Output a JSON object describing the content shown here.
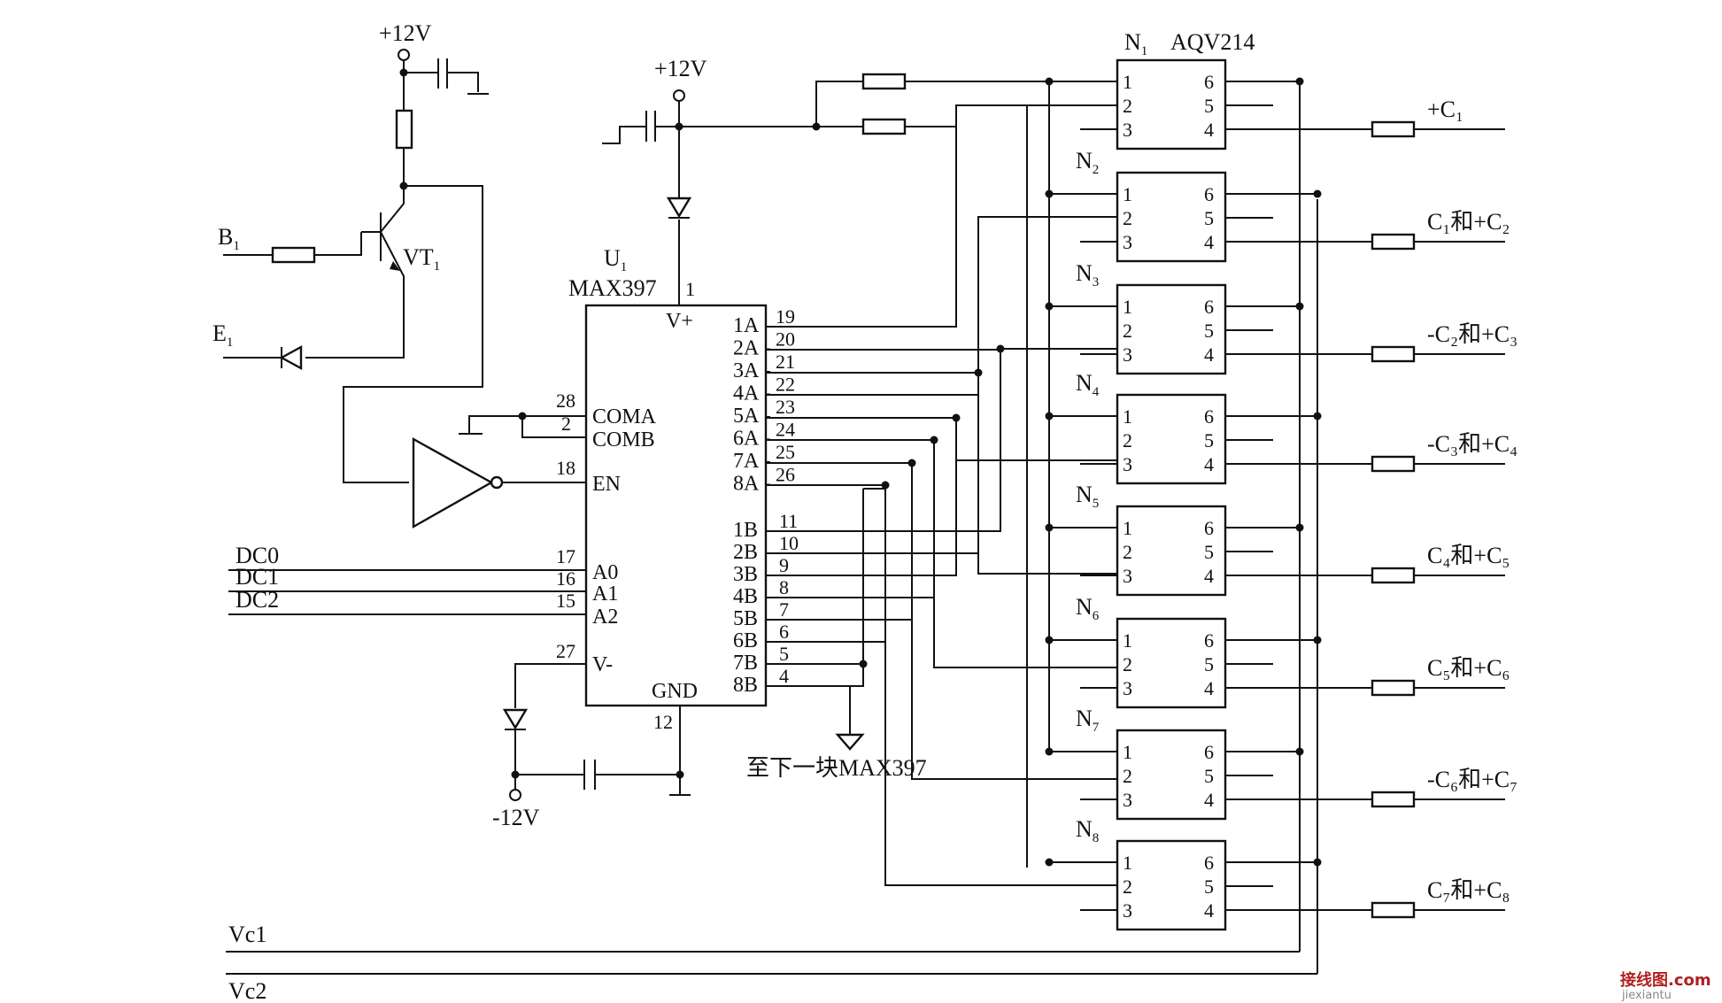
{
  "supply": {
    "plus12v": "+12V",
    "minus12v": "-12V"
  },
  "transistor": {
    "name": "VT",
    "sub": "1",
    "input_b": "B",
    "input_b_sub": "1",
    "input_e": "E",
    "input_e_sub": "1"
  },
  "mux": {
    "ref": "U",
    "ref_sub": "1",
    "part": "MAX397",
    "vplus_label": "V+",
    "vplus_pin": "1",
    "left_pins": [
      {
        "num": "28",
        "name": "COMA"
      },
      {
        "num": "2",
        "name": "COMB"
      },
      {
        "num": "18",
        "name": "EN"
      },
      {
        "num": "17",
        "name": "A0"
      },
      {
        "num": "16",
        "name": "A1"
      },
      {
        "num": "15",
        "name": "A2"
      },
      {
        "num": "27",
        "name": "V-"
      }
    ],
    "right_pins_a": [
      {
        "name": "1A",
        "num": "19"
      },
      {
        "name": "2A",
        "num": "20"
      },
      {
        "name": "3A",
        "num": "21"
      },
      {
        "name": "4A",
        "num": "22"
      },
      {
        "name": "5A",
        "num": "23"
      },
      {
        "name": "6A",
        "num": "24"
      },
      {
        "name": "7A",
        "num": "25"
      },
      {
        "name": "8A",
        "num": "26"
      }
    ],
    "right_pins_b": [
      {
        "name": "1B",
        "num": "11"
      },
      {
        "name": "2B",
        "num": "10"
      },
      {
        "name": "3B",
        "num": "9"
      },
      {
        "name": "4B",
        "num": "8"
      },
      {
        "name": "5B",
        "num": "7"
      },
      {
        "name": "6B",
        "num": "6"
      },
      {
        "name": "7B",
        "num": "5"
      },
      {
        "name": "8B",
        "num": "4"
      }
    ],
    "gnd_label": "GND",
    "gnd_pin": "12"
  },
  "address_lines": [
    "DC0",
    "DC1",
    "DC2"
  ],
  "next_chip_note": "至下一块MAX397",
  "relays": {
    "part": "AQV214",
    "pins_left": [
      "1",
      "2",
      "3"
    ],
    "pins_right": [
      "6",
      "5",
      "4"
    ],
    "items": [
      {
        "ref": "N",
        "sub": "1"
      },
      {
        "ref": "N",
        "sub": "2"
      },
      {
        "ref": "N",
        "sub": "3"
      },
      {
        "ref": "N",
        "sub": "4"
      },
      {
        "ref": "N",
        "sub": "5"
      },
      {
        "ref": "N",
        "sub": "6"
      },
      {
        "ref": "N",
        "sub": "7"
      },
      {
        "ref": "N",
        "sub": "8"
      }
    ]
  },
  "outputs": [
    "+C₁",
    "C₁和+C₂",
    "-C₂和+C₃",
    "-C₃和+C₄",
    "C₄和+C₅",
    "C₅和+C₆",
    "-C₆和+C₇",
    "C₇和+C₈"
  ],
  "buses": [
    "Vc1",
    "Vc2"
  ],
  "watermark": {
    "line1": "接线图.com",
    "line2": "jiexiantu"
  }
}
